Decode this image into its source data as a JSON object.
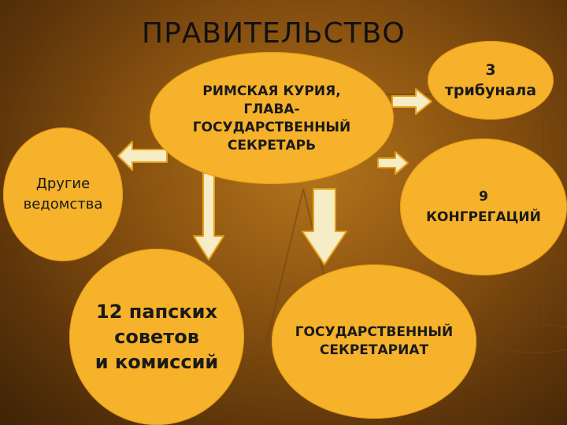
{
  "title": "ПРАВИТЕЛЬСТВО",
  "nodes": {
    "curia": "РИМСКАЯ КУРИЯ,\nГЛАВА-\nГОСУДАРСТВЕННЫЙ\nСЕКРЕТАРЬ",
    "tribunals": "3\nтрибунала",
    "congregations": "9\nКОНГРЕГАЦИЙ",
    "other_departments": "Другие\nведомства",
    "councils": "12 папских\nсоветов\nи комиссий",
    "secretariat": "ГОСУДАРСТВЕННЫЙ\nСЕКРЕТАРИАТ"
  },
  "colors": {
    "node_fill": "#f5b22a",
    "arrow_fill": "#f6ecc6",
    "arrow_stroke": "#e6a018",
    "background": "#8a5210"
  }
}
